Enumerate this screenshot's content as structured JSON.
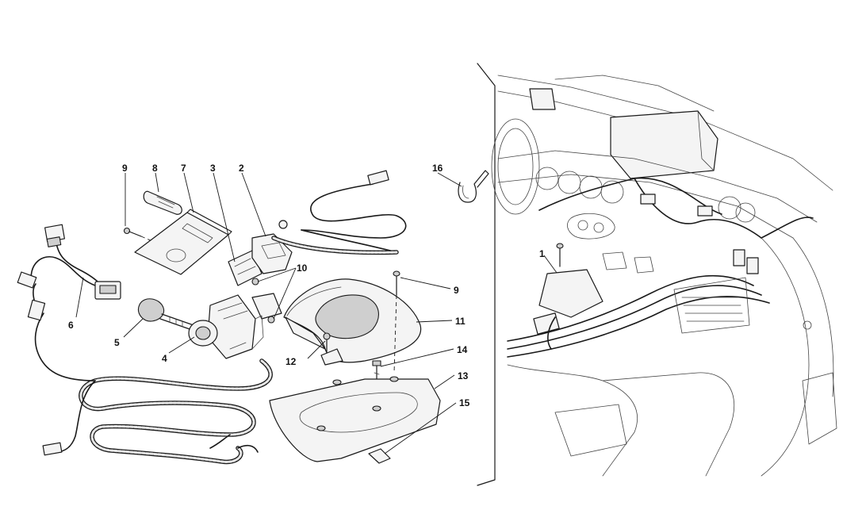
{
  "callouts": [
    {
      "id": "c16",
      "label": "16"
    },
    {
      "id": "c9a",
      "label": "9"
    },
    {
      "id": "c8",
      "label": "8"
    },
    {
      "id": "c7",
      "label": "7"
    },
    {
      "id": "c3",
      "label": "3"
    },
    {
      "id": "c2",
      "label": "2"
    },
    {
      "id": "c10",
      "label": "10"
    },
    {
      "id": "c9b",
      "label": "9"
    },
    {
      "id": "c11",
      "label": "11"
    },
    {
      "id": "c14",
      "label": "14"
    },
    {
      "id": "c13",
      "label": "13"
    },
    {
      "id": "c15",
      "label": "15"
    },
    {
      "id": "c12",
      "label": "12"
    },
    {
      "id": "c6",
      "label": "6"
    },
    {
      "id": "c5",
      "label": "5"
    },
    {
      "id": "c4",
      "label": "4"
    },
    {
      "id": "c1",
      "label": "1"
    }
  ]
}
